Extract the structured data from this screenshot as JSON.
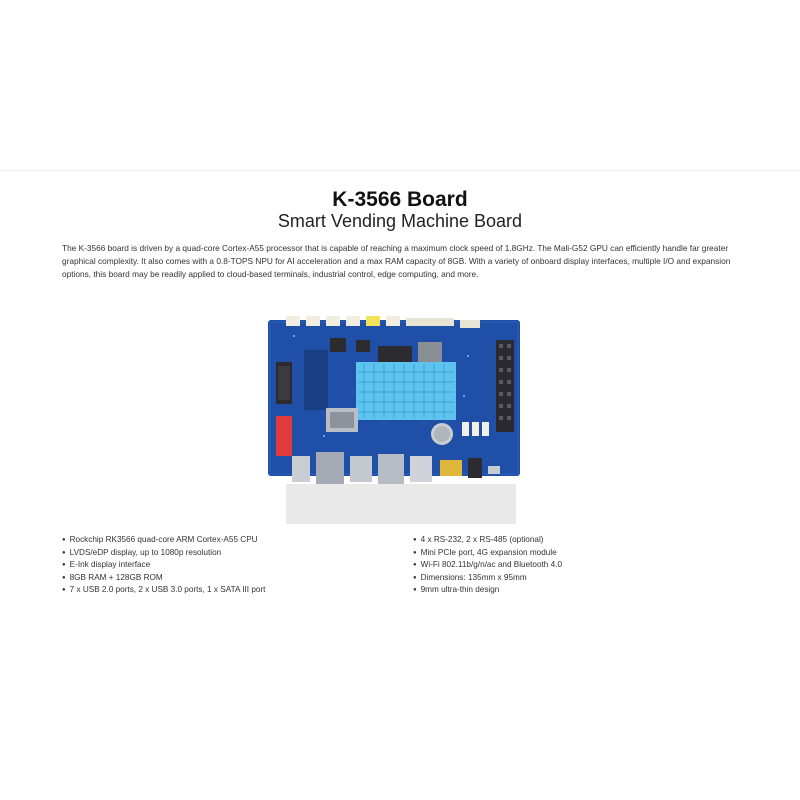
{
  "product": {
    "title": "K-3566 Board",
    "subtitle": "Smart Vending Machine Board",
    "description": "The K-3566 board is driven by a quad-core Cortex-A55 processor that is capable of reaching a maximum clock speed of 1.8GHz. The Mali-G52 GPU can efficiently handle far greater graphical complexity. It also comes with a 0.8-TOPS NPU for AI acceleration and a max RAM capacity of 8GB. With a variety of onboard display interfaces, multiple I/O and expansion options, this board may be readily applied to cloud-based terminals, industrial control, edge computing, and more."
  },
  "specs_left": [
    "Rockchip RK3566 quad-core ARM Cortex-A55 CPU",
    "LVDS/eDP display, up to 1080p resolution",
    "E-Ink display interface",
    "8GB RAM + 128GB ROM",
    "7 x USB 2.0 ports, 2 x USB 3.0 ports, 1 x SATA III port"
  ],
  "specs_right": [
    "4 x RS-232, 2 x RS-485 (optional)",
    "Mini PCIe port, 4G expansion module",
    "Wi-Fi 802.11b/g/n/ac and Bluetooth 4.0",
    "Dimensions: 135mm x 95mm",
    "9mm ultra-thin design"
  ],
  "colors": {
    "pcb": "#1f4fa6",
    "heatsink": "#5ec3ee",
    "title_text": "#111111"
  }
}
